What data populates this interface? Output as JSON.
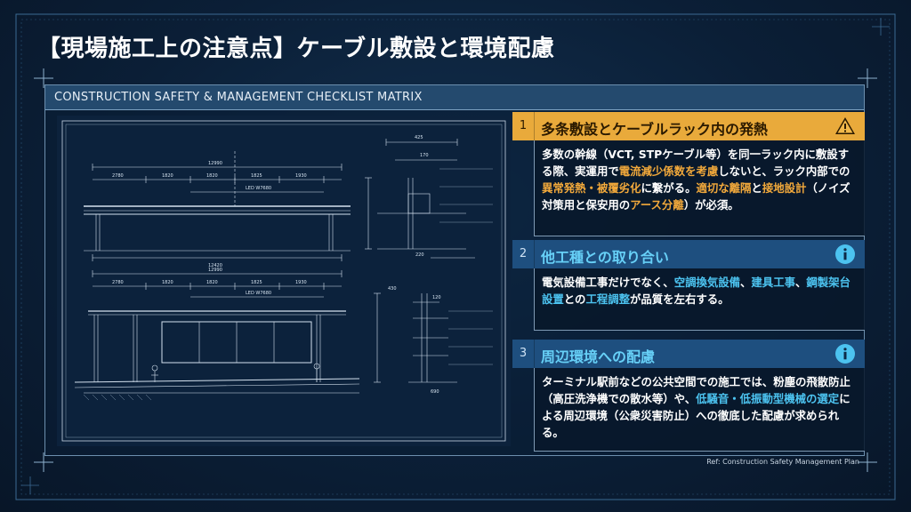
{
  "slide": {
    "title": "【現場施工上の注意点】ケーブル敷設と環境配慮",
    "panel_header": "CONSTRUCTION SAFETY & MANAGEMENT CHECKLIST MATRIX",
    "reference": "Ref: Construction Safety Management Plan"
  },
  "drawing": {
    "dims": {
      "top_total": "12990",
      "top_seg1": "2780",
      "top_led": "LED W7680",
      "top_seg_a": "1820",
      "top_seg_b": "1820",
      "top_seg_c": "1825",
      "top_seg_d": "1930",
      "top_bottom": "12420",
      "mid_total": "12990",
      "mid_seg1": "2780",
      "mid_led": "LED W7680",
      "mid_seg_a": "1820",
      "mid_seg_b": "1820",
      "mid_seg_c": "1825",
      "mid_seg_d": "1930",
      "side_a": "425",
      "side_b": "170",
      "side_c": "220",
      "side_d": "430",
      "side_e": "120",
      "side_f": "690"
    }
  },
  "sections": [
    {
      "number": "1",
      "title": "多条敷設とケーブルラック内の発熱",
      "icon": "warning-icon",
      "body": [
        {
          "t": "多数の幹線（VCT, STPケーブル等）を同一ラック内に敷設する際、実運用で",
          "c": ""
        },
        {
          "t": "電流減少係数を考慮",
          "c": "o"
        },
        {
          "t": "しないと、ラック内部での",
          "c": ""
        },
        {
          "t": "異常発熱・被覆劣化",
          "c": "o"
        },
        {
          "t": "に繋がる。",
          "c": ""
        },
        {
          "t": "適切な離隔",
          "c": "o"
        },
        {
          "t": "と",
          "c": ""
        },
        {
          "t": "接地設計",
          "c": "o"
        },
        {
          "t": "（ノイズ対策用と保安用の",
          "c": ""
        },
        {
          "t": "アース分離",
          "c": "o"
        },
        {
          "t": "）が必須。",
          "c": ""
        }
      ]
    },
    {
      "number": "2",
      "title": "他工種との取り合い",
      "icon": "info-icon",
      "body": [
        {
          "t": "電気設備工事だけでなく、",
          "c": ""
        },
        {
          "t": "空調換気設備",
          "c": "c"
        },
        {
          "t": "、",
          "c": ""
        },
        {
          "t": "建具工事",
          "c": "c"
        },
        {
          "t": "、",
          "c": ""
        },
        {
          "t": "鋼製架台設置",
          "c": "c"
        },
        {
          "t": "との",
          "c": ""
        },
        {
          "t": "工程調整",
          "c": "c"
        },
        {
          "t": "が品質を左右する。",
          "c": ""
        }
      ]
    },
    {
      "number": "3",
      "title": "周辺環境への配慮",
      "icon": "info-icon",
      "body": [
        {
          "t": "ターミナル駅前などの公共空間での施工では、粉塵の飛散防止（高圧洗浄機での散水等）や、",
          "c": ""
        },
        {
          "t": "低騒音・低振動型機械の選定",
          "c": "c"
        },
        {
          "t": "による周辺環境（公衆災害防止）への徹底した配慮が求められる。",
          "c": ""
        }
      ]
    }
  ],
  "colors": {
    "accent_orange": "#e9aa3b",
    "accent_cyan": "#4cc3f0",
    "panel_header": "#244a6e",
    "background": "#0b1d33"
  }
}
